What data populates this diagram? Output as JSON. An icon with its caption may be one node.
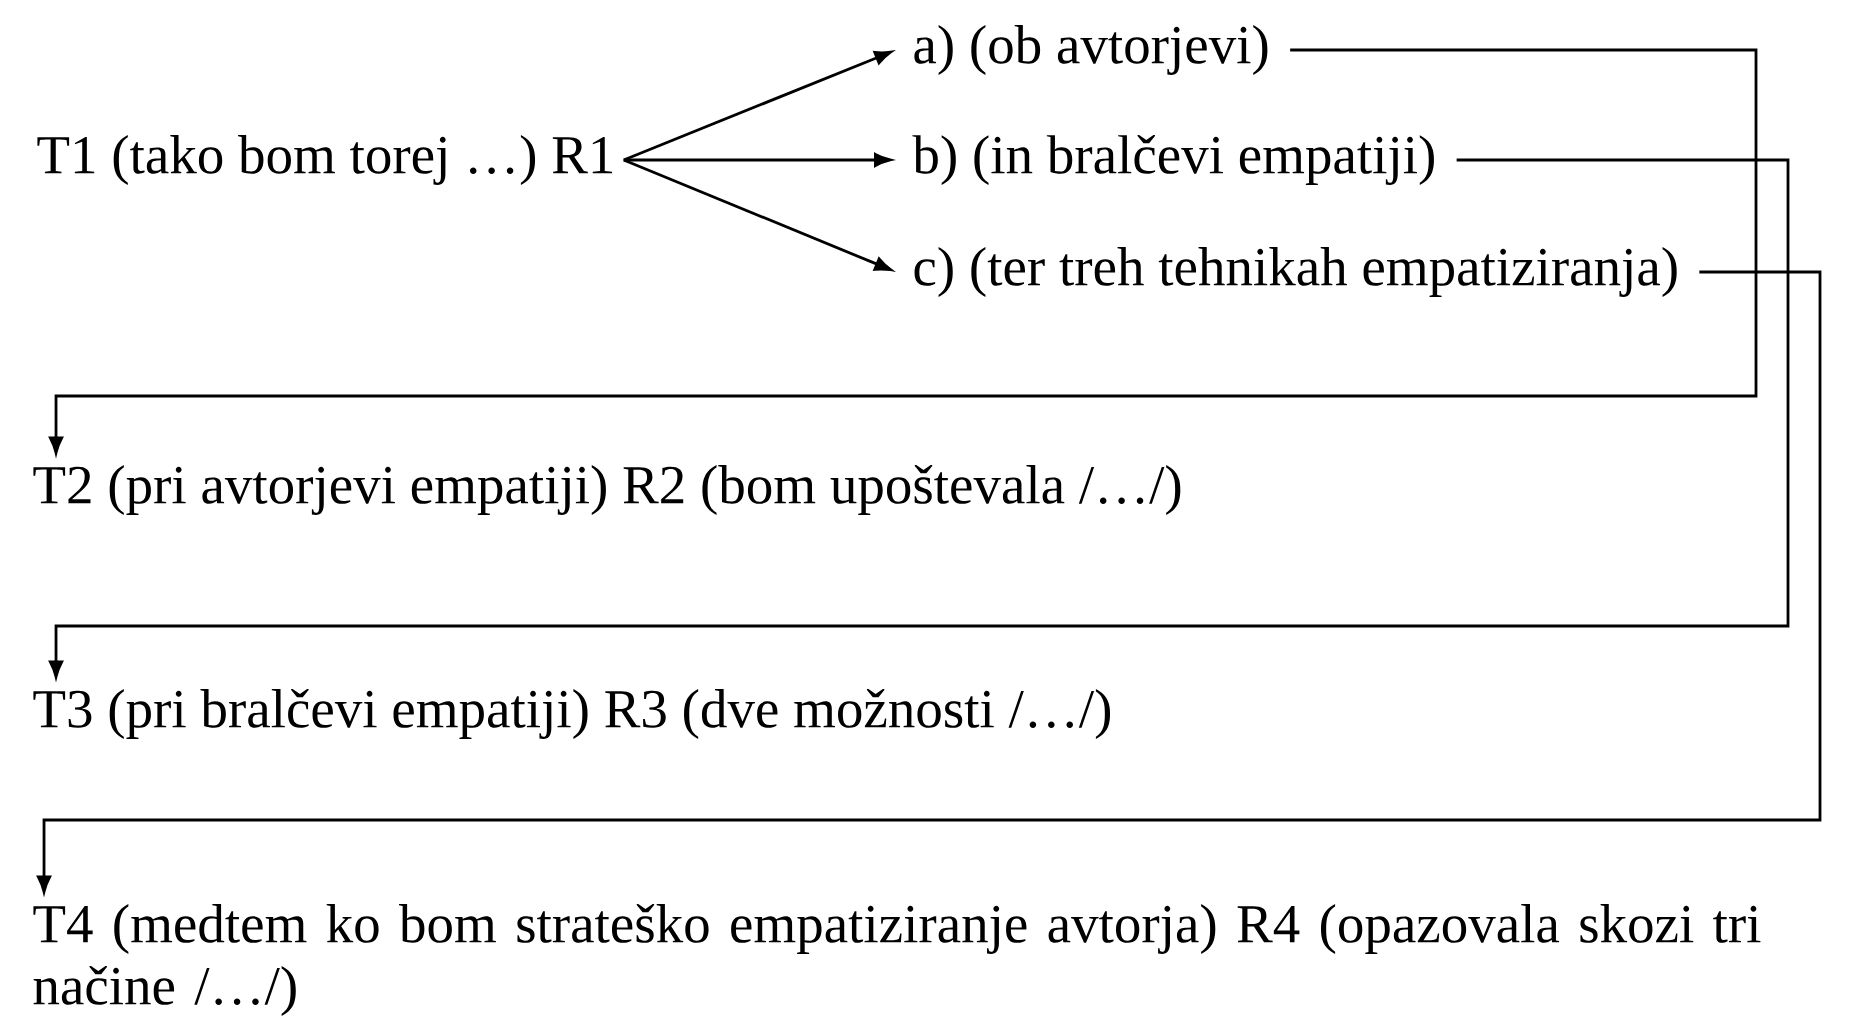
{
  "diagram": {
    "nodes": [
      {
        "text": [
          "T1 (tako bom torej …) R1"
        ]
      },
      {
        "text": [
          "a) (ob avtorjevi)"
        ]
      },
      {
        "text": [
          "b) (in bralčevi empatiji)"
        ]
      },
      {
        "text": [
          "c) (ter treh tehnikah empatiziranja)"
        ]
      },
      {
        "text": [
          "T2 (pri avtorjevi empatiji) R2 (bom upoštevala /…/)"
        ]
      },
      {
        "text": [
          "T3 (pri bralčevi empatiji) R3 (dve možnosti /…/)"
        ]
      },
      {
        "text": [
          "T4 (medtem ko bom strateško empatiziranje avtorja) R4 (opazovala skozi tri načine /…/)"
        ]
      }
    ],
    "edges": [
      {
        "from": 0,
        "to": 1,
        "arrow": "to"
      },
      {
        "from": 0,
        "to": 2,
        "arrow": "to"
      },
      {
        "from": 0,
        "to": 3,
        "arrow": "to"
      },
      {
        "from": 1,
        "to": 4,
        "arrow": "to"
      },
      {
        "from": 2,
        "to": 5,
        "arrow": "to"
      },
      {
        "from": 3,
        "to": 6,
        "arrow": "to"
      }
    ]
  }
}
